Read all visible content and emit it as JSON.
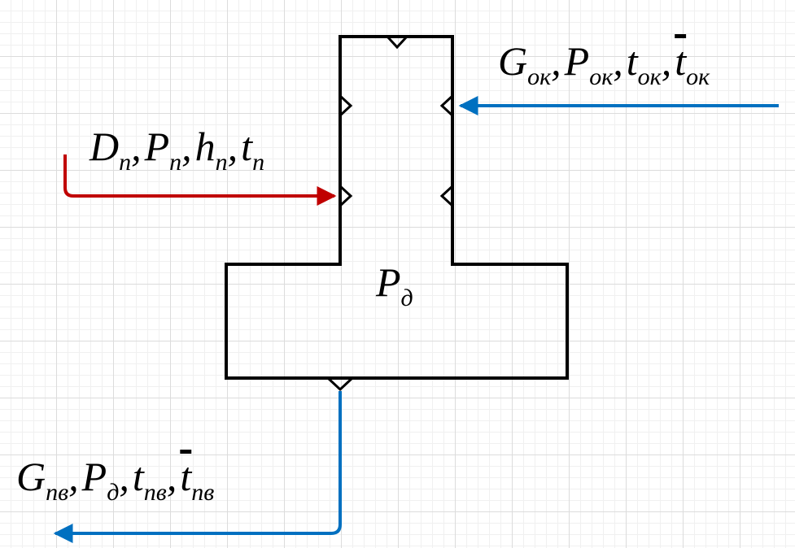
{
  "vessel": {
    "pressure_symbol": "P",
    "pressure_sub": "д"
  },
  "flows": {
    "condensate_in": {
      "label_parts": [
        {
          "sym": "G",
          "sub": "ок"
        },
        {
          "sym": "P",
          "sub": "ок"
        },
        {
          "sym": "t",
          "sub": "ок"
        },
        {
          "sym": "t",
          "sub": "ок",
          "overline": true
        }
      ],
      "color": "#0070C0"
    },
    "steam_in": {
      "label_parts": [
        {
          "sym": "D",
          "sub": "п"
        },
        {
          "sym": "P",
          "sub": "п"
        },
        {
          "sym": "h",
          "sub": "п"
        },
        {
          "sym": "t",
          "sub": "п"
        }
      ],
      "color": "#C00000"
    },
    "feedwater_out": {
      "label_parts": [
        {
          "sym": "G",
          "sub": "пв"
        },
        {
          "sym": "P",
          "sub": "д"
        },
        {
          "sym": "t",
          "sub": "пв"
        },
        {
          "sym": "t",
          "sub": "пв",
          "overline": true
        }
      ],
      "color": "#0070C0"
    }
  },
  "separator": ","
}
